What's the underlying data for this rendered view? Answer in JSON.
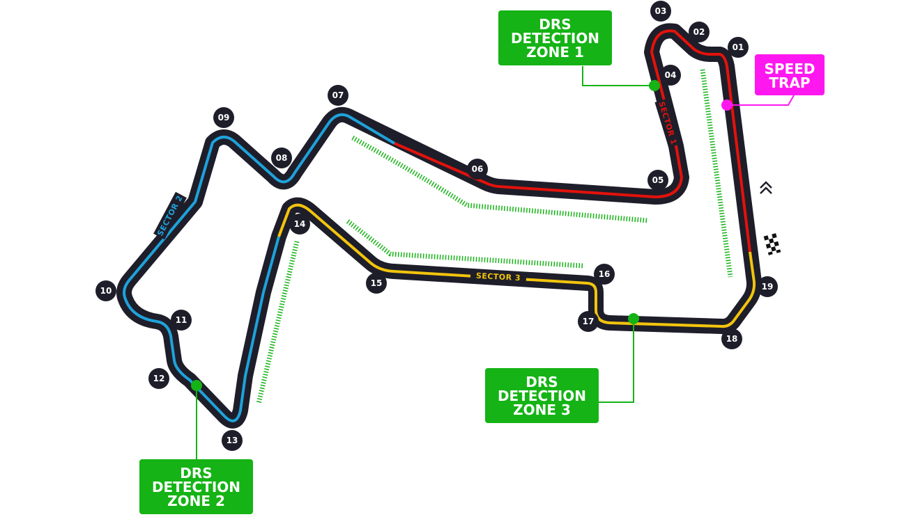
{
  "colors": {
    "track": "#1e1e2a",
    "sector1": "#e3120b",
    "sector2": "#1ea2da",
    "sector3": "#f2c40d",
    "drs": "#15b315",
    "speed_trap": "#ff17f0"
  },
  "turns": [
    "01",
    "02",
    "03",
    "04",
    "05",
    "06",
    "07",
    "08",
    "09",
    "10",
    "11",
    "12",
    "13",
    "14",
    "15",
    "16",
    "17",
    "18",
    "19"
  ],
  "sectors": {
    "s1": "SECTOR 1",
    "s2": "SECTOR 2",
    "s3": "SECTOR 3"
  },
  "callouts": {
    "drs1": [
      "DRS",
      "DETECTION",
      "ZONE 1"
    ],
    "drs2": [
      "DRS",
      "DETECTION",
      "ZONE 2"
    ],
    "drs3": [
      "DRS",
      "DETECTION",
      "ZONE 3"
    ],
    "speed_trap": [
      "SPEED",
      "TRAP"
    ]
  },
  "icons": {
    "direction": "direction-chevrons-icon",
    "finish": "chequered-flag-icon"
  }
}
